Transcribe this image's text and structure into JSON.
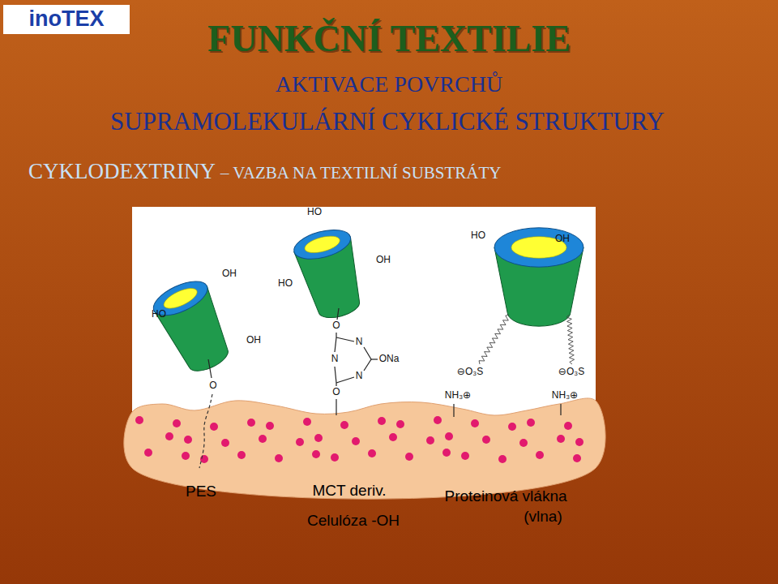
{
  "diagram": {
    "title": "FUNKČNÍ TEXTILIE",
    "labels": [
      "inoTEX",
      "AKTIVACE POVRCHŮ",
      "SUPRAMOLEKULÁRNÍ CYKLICKÉ STRUKTURY",
      "CYKLODEXTRINY",
      "– VAZBA NA TEXTILNÍ SUBSTRÁTY",
      "HO",
      "OH",
      "OH",
      "O",
      "HO",
      "HO",
      "OH",
      "O",
      "N",
      "N",
      "ONa",
      "N",
      "O",
      "HO",
      "OH",
      "⊖O₃S",
      "NH₃⊕",
      "⊖O₃S",
      "NH₃⊕",
      "PES",
      "MCT deriv.",
      "Celulóza -OH",
      "Proteinová vlákna",
      "(vlna)"
    ]
  }
}
